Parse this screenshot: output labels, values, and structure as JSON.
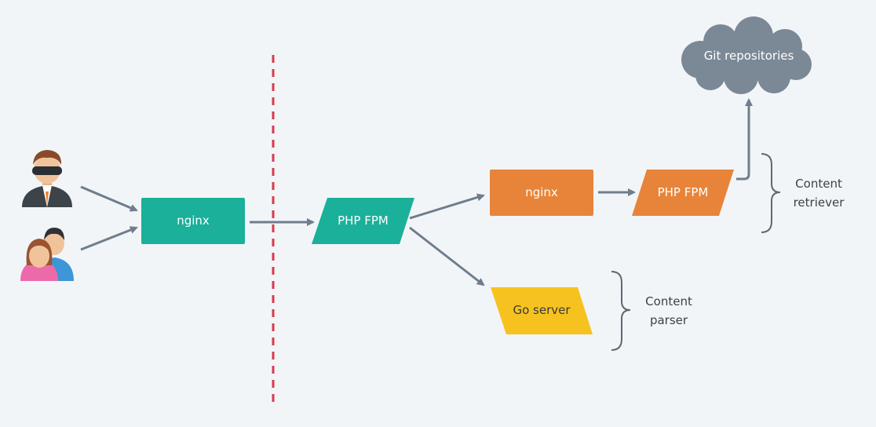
{
  "nodes": {
    "nginx_front": {
      "label": "nginx",
      "color": "#1ab09a"
    },
    "php_fpm_front": {
      "label": "PHP FPM",
      "color": "#1ab09a"
    },
    "nginx_retriever": {
      "label": "nginx",
      "color": "#e8843a"
    },
    "php_fpm_retriever": {
      "label": "PHP FPM",
      "color": "#e8843a"
    },
    "go_server": {
      "label": "Go server",
      "color": "#f6c21f"
    },
    "git_repositories": {
      "label": "Git repositories",
      "color": "#7b8896"
    }
  },
  "groups": {
    "retriever": {
      "line1": "Content",
      "line2": "retriever"
    },
    "parser": {
      "line1": "Content",
      "line2": "parser"
    }
  },
  "colors": {
    "arrow": "#6f7d8c",
    "divider": "#d83a4c",
    "background": "#f2f5f8"
  }
}
